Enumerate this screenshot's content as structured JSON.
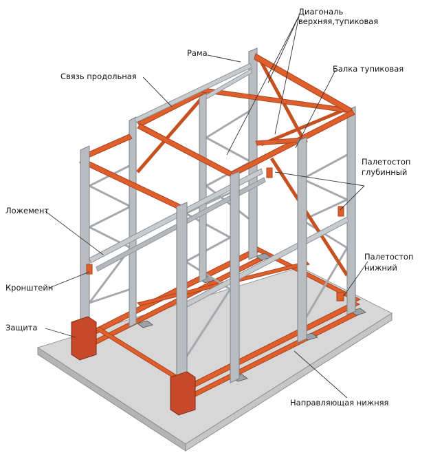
{
  "colors": {
    "upright": "#b9bcc0",
    "upright_dark": "#8f9398",
    "frame_brace": "#c8cbce",
    "beam_orange": "#df5f2c",
    "beam_orange_dark": "#a9421c",
    "guard_red": "#c8482a",
    "floor_top": "#d7d7d7",
    "floor_side": "#bdbdbd",
    "leader": "#333333"
  },
  "labels": {
    "top_diagonal": [
      "Диагональ",
      "верхняя,тупиковая"
    ],
    "frame": "Рама",
    "longitudinal_tie": "Связь продольная",
    "dead_end_beam": "Балка тупиковая",
    "depth_pallet_stop": [
      "Палетостоп",
      "глубинный"
    ],
    "cradle": "Ложемент",
    "lower_pallet_stop": [
      "Палетостоп",
      "нижний"
    ],
    "bracket": "Кронштейн",
    "guard": "Защита",
    "lower_guide": "Направляющая нижняя"
  }
}
